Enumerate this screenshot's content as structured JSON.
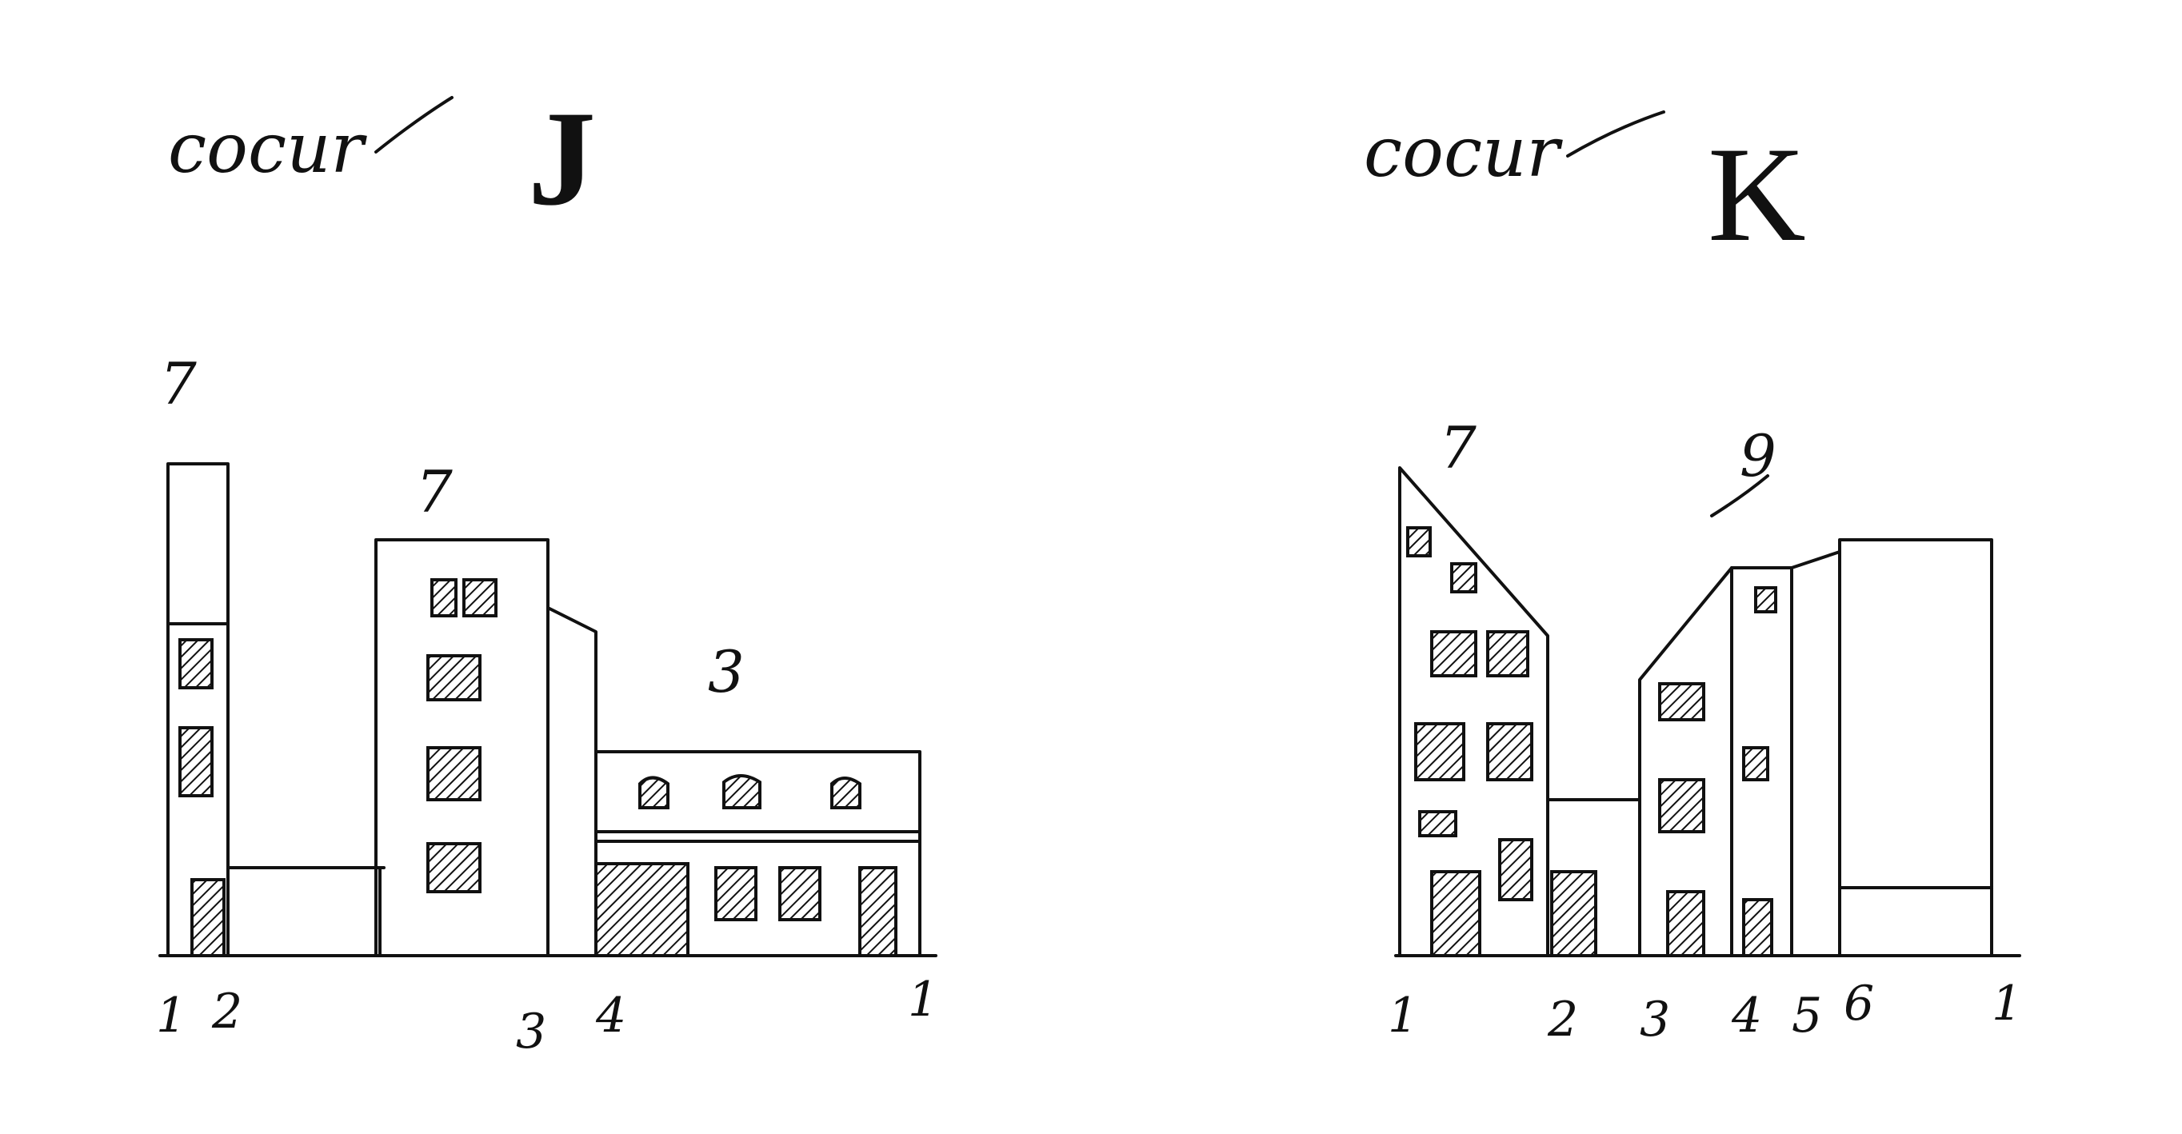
{
  "sheet": {
    "left": {
      "heading_word": "cocur",
      "letter": "J",
      "height_marks": [
        "7",
        "7",
        "3"
      ],
      "position_numbers": [
        "1",
        "2",
        "3",
        "4",
        "1"
      ]
    },
    "right": {
      "heading_word": "cocur",
      "letter": "K",
      "height_marks": [
        "7",
        "9"
      ],
      "position_numbers": [
        "1",
        "2",
        "3",
        "4",
        "5",
        "6",
        "1"
      ]
    }
  },
  "colors": {
    "ink": "#111111",
    "paper": "#ffffff"
  }
}
